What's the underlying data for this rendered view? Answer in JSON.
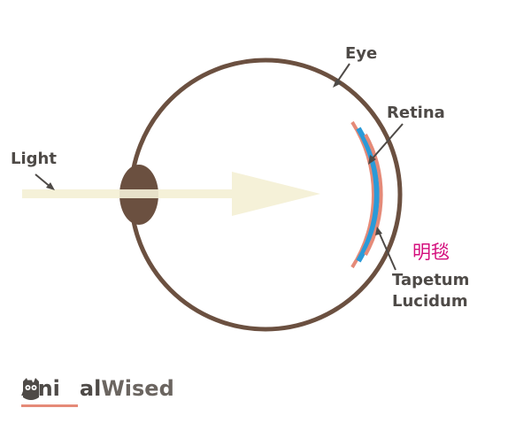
{
  "diagram": {
    "labels": {
      "eye": "Eye",
      "retina": "Retina",
      "light": "Light",
      "tapetum_cn": "明毯",
      "tapetum_line1": "Tapetum",
      "tapetum_line2": "Lucidum"
    },
    "colors": {
      "eyeball": "#6b5040",
      "lens": "#6b5040",
      "light_beam": "#f5f1d8",
      "retina": "#e58a78",
      "tapetum": "#2a9ad8",
      "label_text": "#4e4a47",
      "chinese_label": "#d40f7d"
    }
  },
  "logo": {
    "text_part1": "Ani",
    "text_part2": "al",
    "text_part3": "Wised",
    "icon": "owl-cat-icon"
  }
}
